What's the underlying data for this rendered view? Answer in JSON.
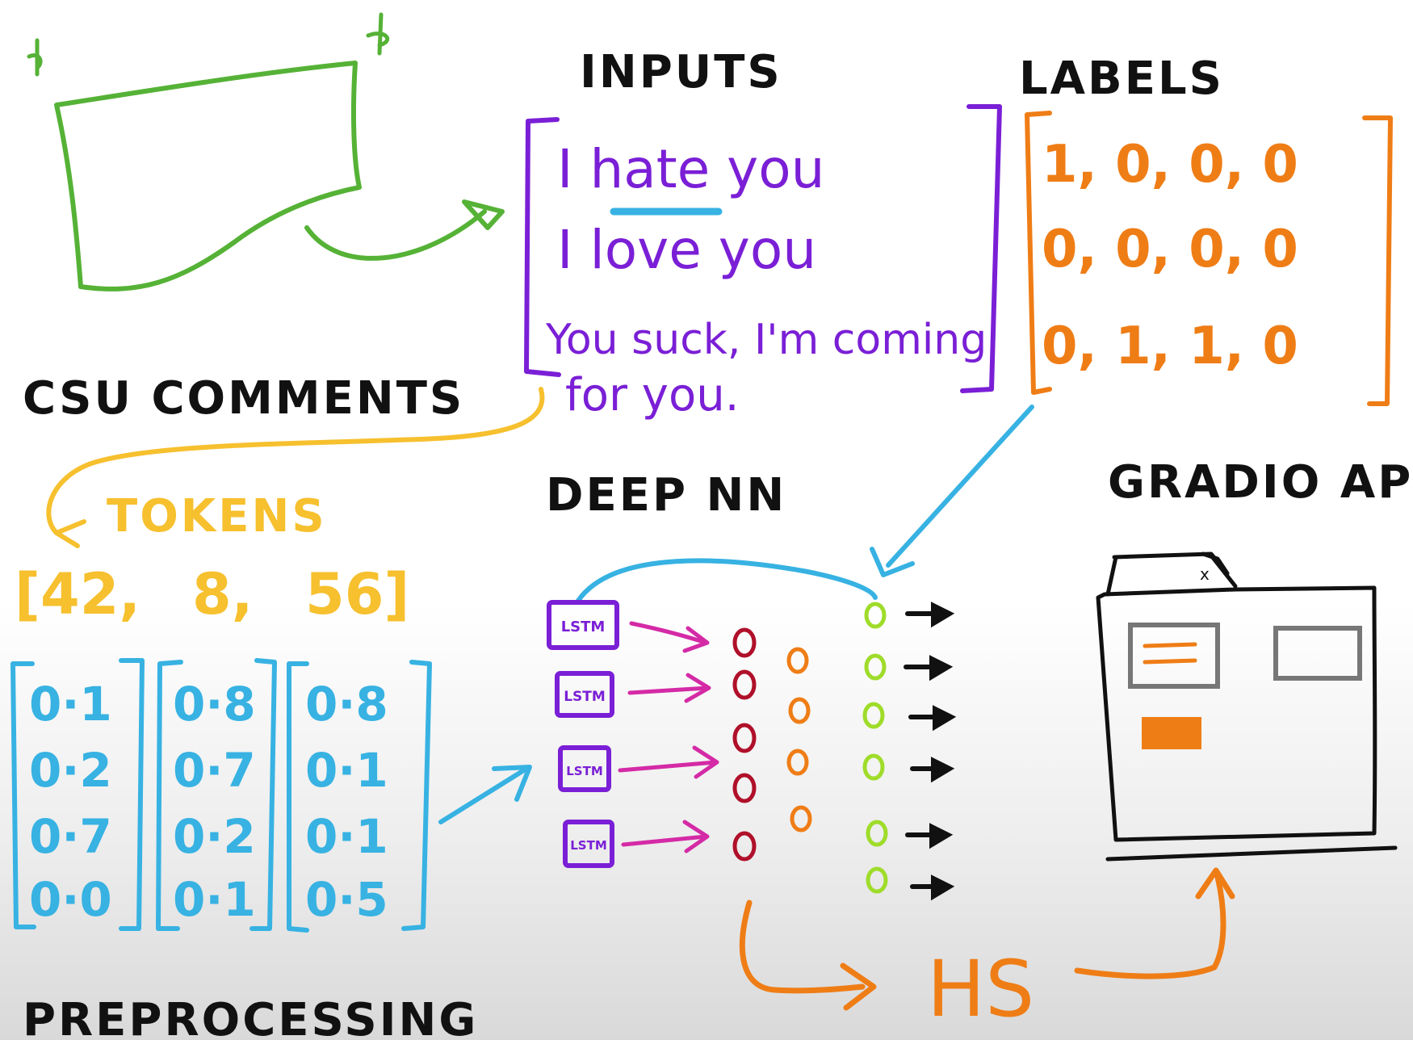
{
  "headings": {
    "inputs": "INPUTS",
    "labels": "LABELS",
    "csv_comments": "CSU COMMENTS",
    "tokens": "TOKENS",
    "deep_nn": "DEEP NN",
    "gradio_app": "GRADIO APP",
    "preprocessing": "PREPROCESSING",
    "hs": "HS"
  },
  "inputs": {
    "lines": [
      "I hate you",
      "I love you",
      "You suck, I'm coming",
      "for you."
    ]
  },
  "labels": {
    "rows": [
      "1, 0, 0, 0",
      "0, 0, 0, 0",
      "0, 1, 1, 0"
    ]
  },
  "tokens": {
    "values": [
      "[42,",
      "8,",
      "56]"
    ]
  },
  "embeddings": {
    "matrices": [
      [
        "0·1",
        "0·2",
        "0·7",
        "0·0"
      ],
      [
        "0·8",
        "0·7",
        "0·2",
        "0·1"
      ],
      [
        "0·8",
        "0·1",
        "0·1",
        "0·5"
      ]
    ]
  },
  "lstm": {
    "label": "LSTM"
  },
  "gradio": {
    "close_glyph": "x"
  },
  "colors": {
    "green": "#55b236",
    "purple": "#7a1fd6",
    "orange": "#ef7d16",
    "yellow": "#f6c02e",
    "blue": "#37b2e2",
    "magenta": "#d42aa6",
    "dark_red": "#b0102a",
    "lime": "#9fdc2a",
    "gray": "#777777",
    "ink": "#111111"
  }
}
